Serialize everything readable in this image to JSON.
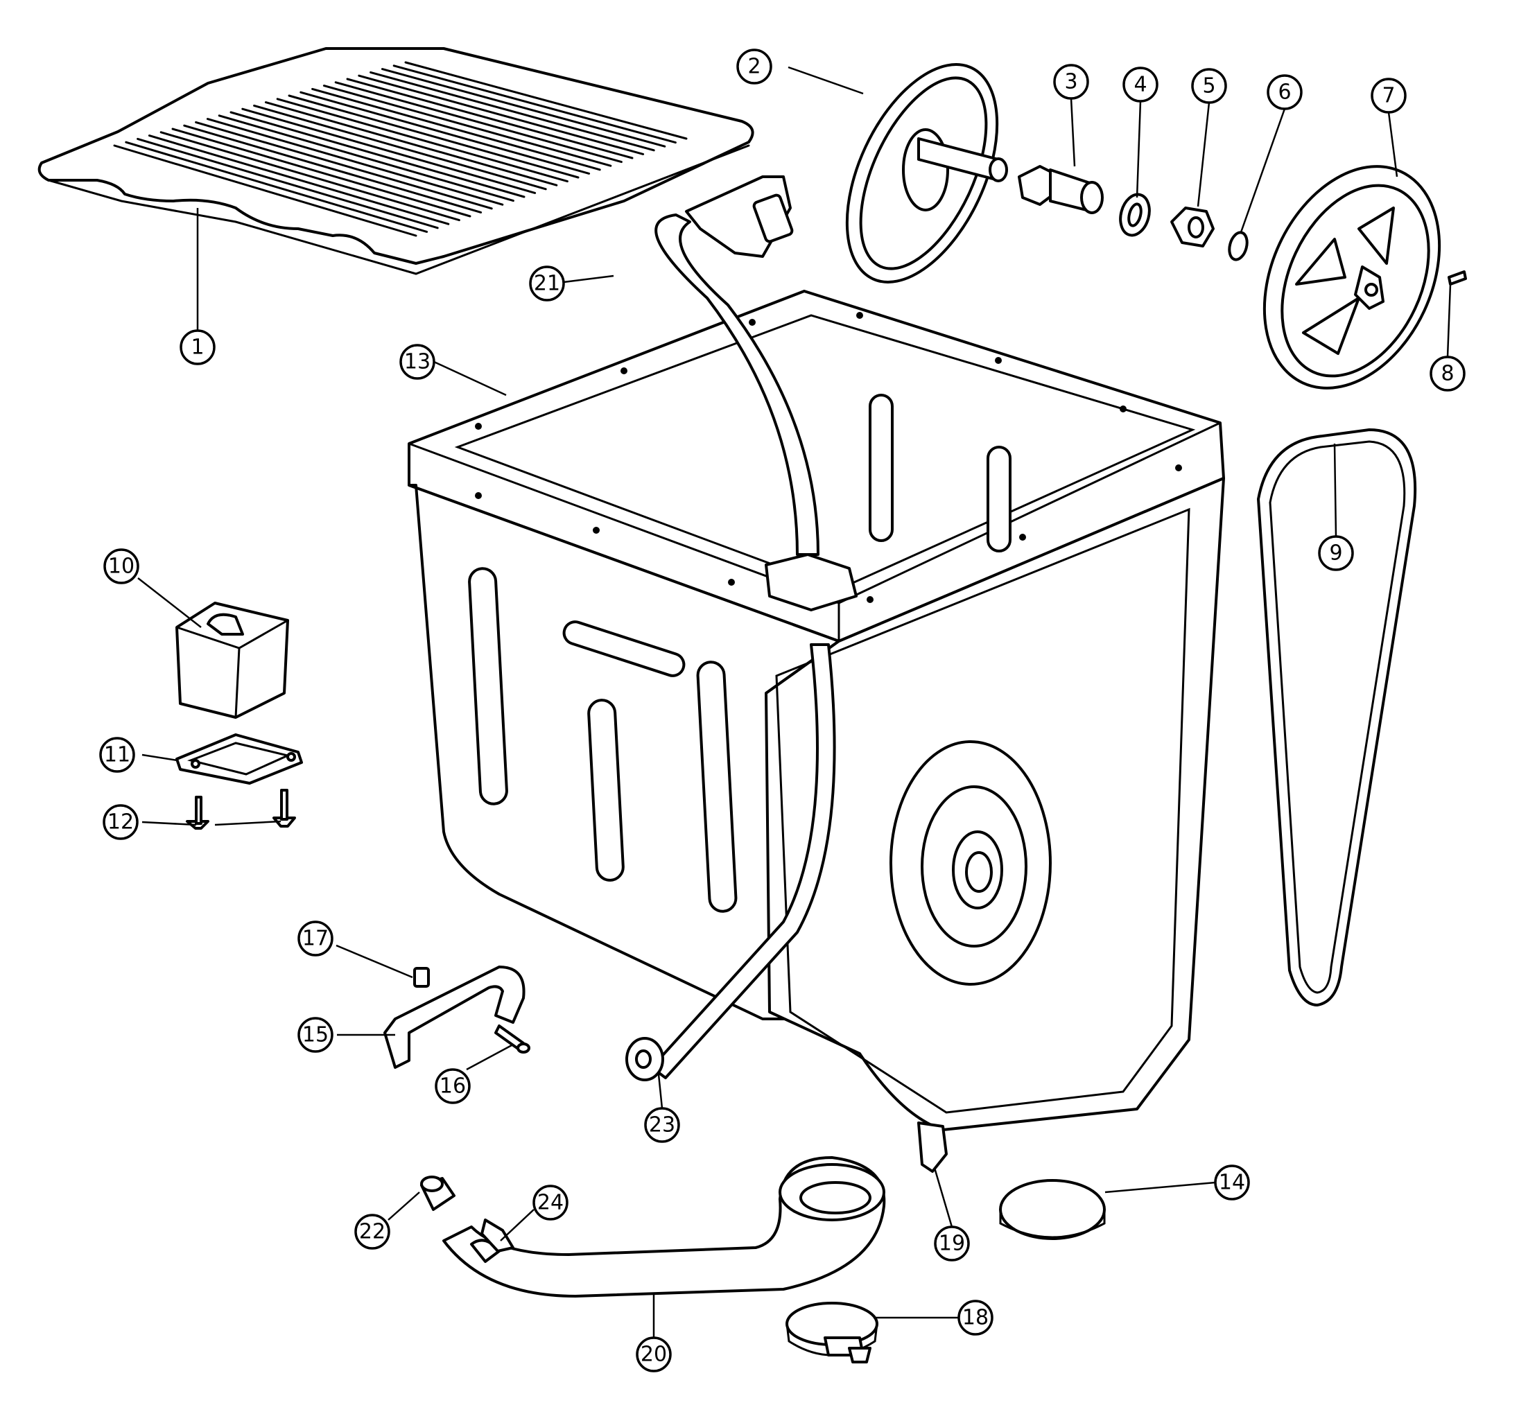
{
  "callouts": [
    {
      "id": "c1",
      "label": "1"
    },
    {
      "id": "c2",
      "label": "2"
    },
    {
      "id": "c3",
      "label": "3"
    },
    {
      "id": "c4",
      "label": "4"
    },
    {
      "id": "c5",
      "label": "5"
    },
    {
      "id": "c6",
      "label": "6"
    },
    {
      "id": "c7",
      "label": "7"
    },
    {
      "id": "c8",
      "label": "8"
    },
    {
      "id": "c9",
      "label": "9"
    },
    {
      "id": "c10",
      "label": "10"
    },
    {
      "id": "c11",
      "label": "11"
    },
    {
      "id": "c12",
      "label": "12"
    },
    {
      "id": "c13",
      "label": "13"
    },
    {
      "id": "c14",
      "label": "14"
    },
    {
      "id": "c15",
      "label": "15"
    },
    {
      "id": "c16",
      "label": "16"
    },
    {
      "id": "c17",
      "label": "17"
    },
    {
      "id": "c18",
      "label": "18"
    },
    {
      "id": "c19",
      "label": "19"
    },
    {
      "id": "c20",
      "label": "20"
    },
    {
      "id": "c21",
      "label": "21"
    },
    {
      "id": "c22",
      "label": "22"
    },
    {
      "id": "c23",
      "label": "23"
    },
    {
      "id": "c24",
      "label": "24"
    }
  ],
  "colors": {
    "ink": "#000000",
    "paper": "#ffffff"
  }
}
